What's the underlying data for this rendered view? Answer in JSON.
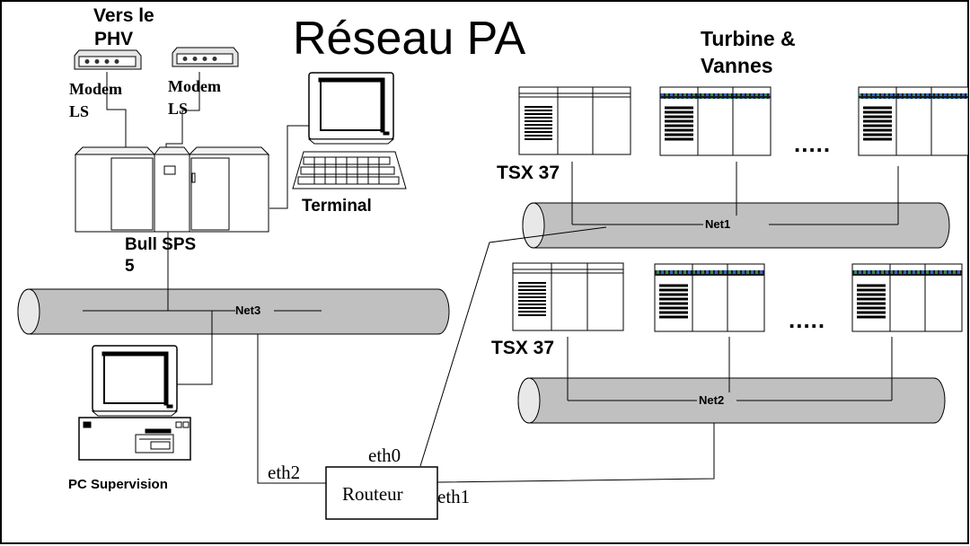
{
  "title": "Réseau PA",
  "labels": {
    "vers_phv_line1": "Vers le",
    "vers_phv_line2": "PHV",
    "modem1_line1": "Modem",
    "modem1_line2": "LS",
    "modem2_line1": "Modem",
    "modem2_line2": "LS",
    "terminal": "Terminal",
    "bull_sps_line1": "Bull SPS",
    "bull_sps_line2": "5",
    "pc_supervision": "PC Supervision",
    "turbine_line1": "Turbine &",
    "turbine_line2": "Vannes",
    "tsx_top": "TSX 37",
    "tsx_bottom": "TSX 37",
    "dots_top": ".....",
    "dots_bottom": ".....",
    "routeur": "Routeur",
    "eth0": "eth0",
    "eth1": "eth1",
    "eth2": "eth2"
  },
  "networks": {
    "net1": "Net1",
    "net2": "Net2",
    "net3": "Net3"
  },
  "colors": {
    "pipe_fill": "#c0c0c0",
    "stroke": "#000000",
    "plc_stripe_green": "#2e8b57",
    "plc_stripe_blue": "#3a5fcd"
  }
}
